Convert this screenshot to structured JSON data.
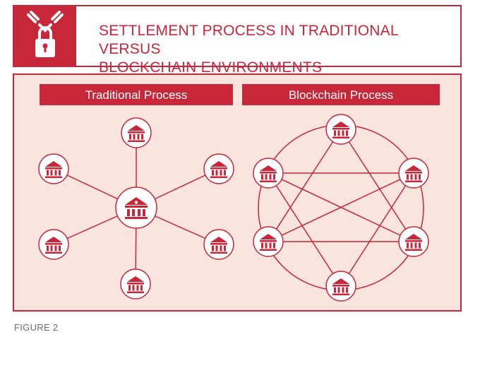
{
  "header": {
    "title_line1": "SETTLEMENT PROCESS IN TRADITIONAL VERSUS",
    "title_line2": "BLOCKCHAIN ENVIRONMENTS",
    "icon": "padlock-chain-icon"
  },
  "panels": {
    "traditional_label": "Traditional Process",
    "blockchain_label": "Blockchain Process"
  },
  "node_icon": "bank-building-icon",
  "colors": {
    "accent": "#c8273a",
    "panel_bg": "#f9e4de",
    "caption": "#6b6b6b"
  },
  "caption": "FIGURE 2"
}
